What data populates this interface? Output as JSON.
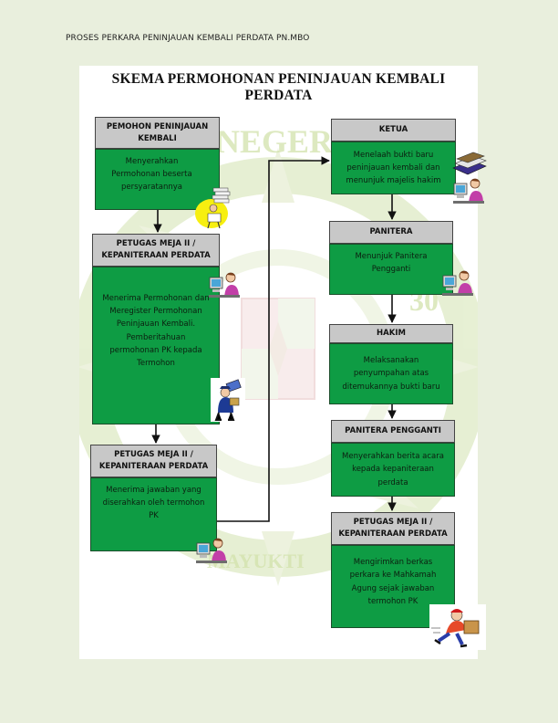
{
  "header": {
    "doc_label": "PROSES PERKARA PENINJAUAN KEMBALI PERDATA PN.MBO"
  },
  "title": "SKEMA PERMOHONAN PENINJAUAN KEMBALI PERDATA",
  "colors": {
    "box_body": "#0e9c44",
    "box_head": "#c8c8c8",
    "arrow": "#111111",
    "watermark": "#c9dca4"
  },
  "watermark": {
    "arc_text_top": "NEGERI",
    "arc_text_bottom": "MAYUKTI",
    "number": "30"
  },
  "left_column": [
    {
      "head": "PEMOHON PENINJAUAN KEMBALI",
      "body": "Menyerahkan Permohonan  beserta persyaratannya",
      "icon": "document-stack-person-icon"
    },
    {
      "head": "PETUGAS MEJA II / KEPANITERAAN PERDATA",
      "body": "Menerima Permohonan dan Meregister Permohonan Peninjauan Kembali. Pemberitahuan permohonan PK kepada Termohon",
      "icon": "postman-icon"
    },
    {
      "head": "PETUGAS MEJA II / KEPANITERAAN PERDATA",
      "body": "Menerima jawaban yang diserahkan oleh termohon PK",
      "icon": "computer-user-icon"
    }
  ],
  "right_column": [
    {
      "head": "KETUA",
      "body": "Menelaah bukti baru peninjauan kembali dan menunjuk  majelis hakim",
      "icon": "computer-user-icon"
    },
    {
      "head": "PANITERA",
      "body": "Menunjuk Panitera Pengganti",
      "icon": "computer-user-icon"
    },
    {
      "head": "HAKIM",
      "body": "Melaksanakan penyumpahan atas ditemukannya bukti baru",
      "icon": "none"
    },
    {
      "head": "PANITERA PENGGANTI",
      "body": "Menyerahkan berita acara kepada kepaniteraan perdata",
      "icon": "none"
    },
    {
      "head": "PETUGAS MEJA II / KEPANITERAAN PERDATA",
      "body": "Mengirimkan berkas perkara ke Mahkamah Agung sejak jawaban termohon PK",
      "icon": "delivery-courier-icon"
    }
  ]
}
